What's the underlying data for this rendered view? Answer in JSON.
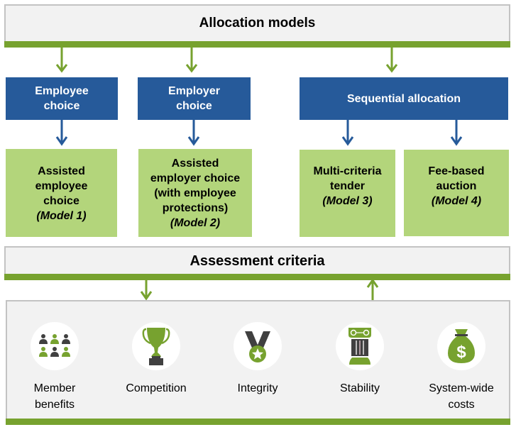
{
  "allocation_header": {
    "title": "Allocation models"
  },
  "categories": [
    {
      "label_line1": "Employee",
      "label_line2": "choice"
    },
    {
      "label_line1": "Employer",
      "label_line2": "choice"
    },
    {
      "label": "Sequential allocation"
    }
  ],
  "models": [
    {
      "lines": [
        "Assisted",
        "employee",
        "choice"
      ],
      "model": "(Model 1)"
    },
    {
      "lines": [
        "Assisted",
        "employer choice",
        "(with employee",
        "protections)"
      ],
      "model": "(Model 2)"
    },
    {
      "lines": [
        "Multi-criteria",
        "tender"
      ],
      "model": "(Model 3)"
    },
    {
      "lines": [
        "Fee-based",
        "auction"
      ],
      "model": "(Model 4)"
    }
  ],
  "assessment_header": {
    "title": "Assessment criteria"
  },
  "criteria": [
    {
      "icon": "people-group-icon",
      "line1": "Member",
      "line2": "benefits"
    },
    {
      "icon": "trophy-icon",
      "line1": "Competition",
      "line2": ""
    },
    {
      "icon": "medal-icon",
      "line1": "Integrity",
      "line2": ""
    },
    {
      "icon": "column-pillar-icon",
      "line1": "Stability",
      "line2": ""
    },
    {
      "icon": "money-bag-icon",
      "line1": "System-wide",
      "line2": "costs"
    }
  ],
  "colors": {
    "green": "#77a22f",
    "light_green": "#b3d57b",
    "blue": "#265a9a",
    "gray_panel": "#f2f2f2",
    "dark_icon": "#404040"
  }
}
